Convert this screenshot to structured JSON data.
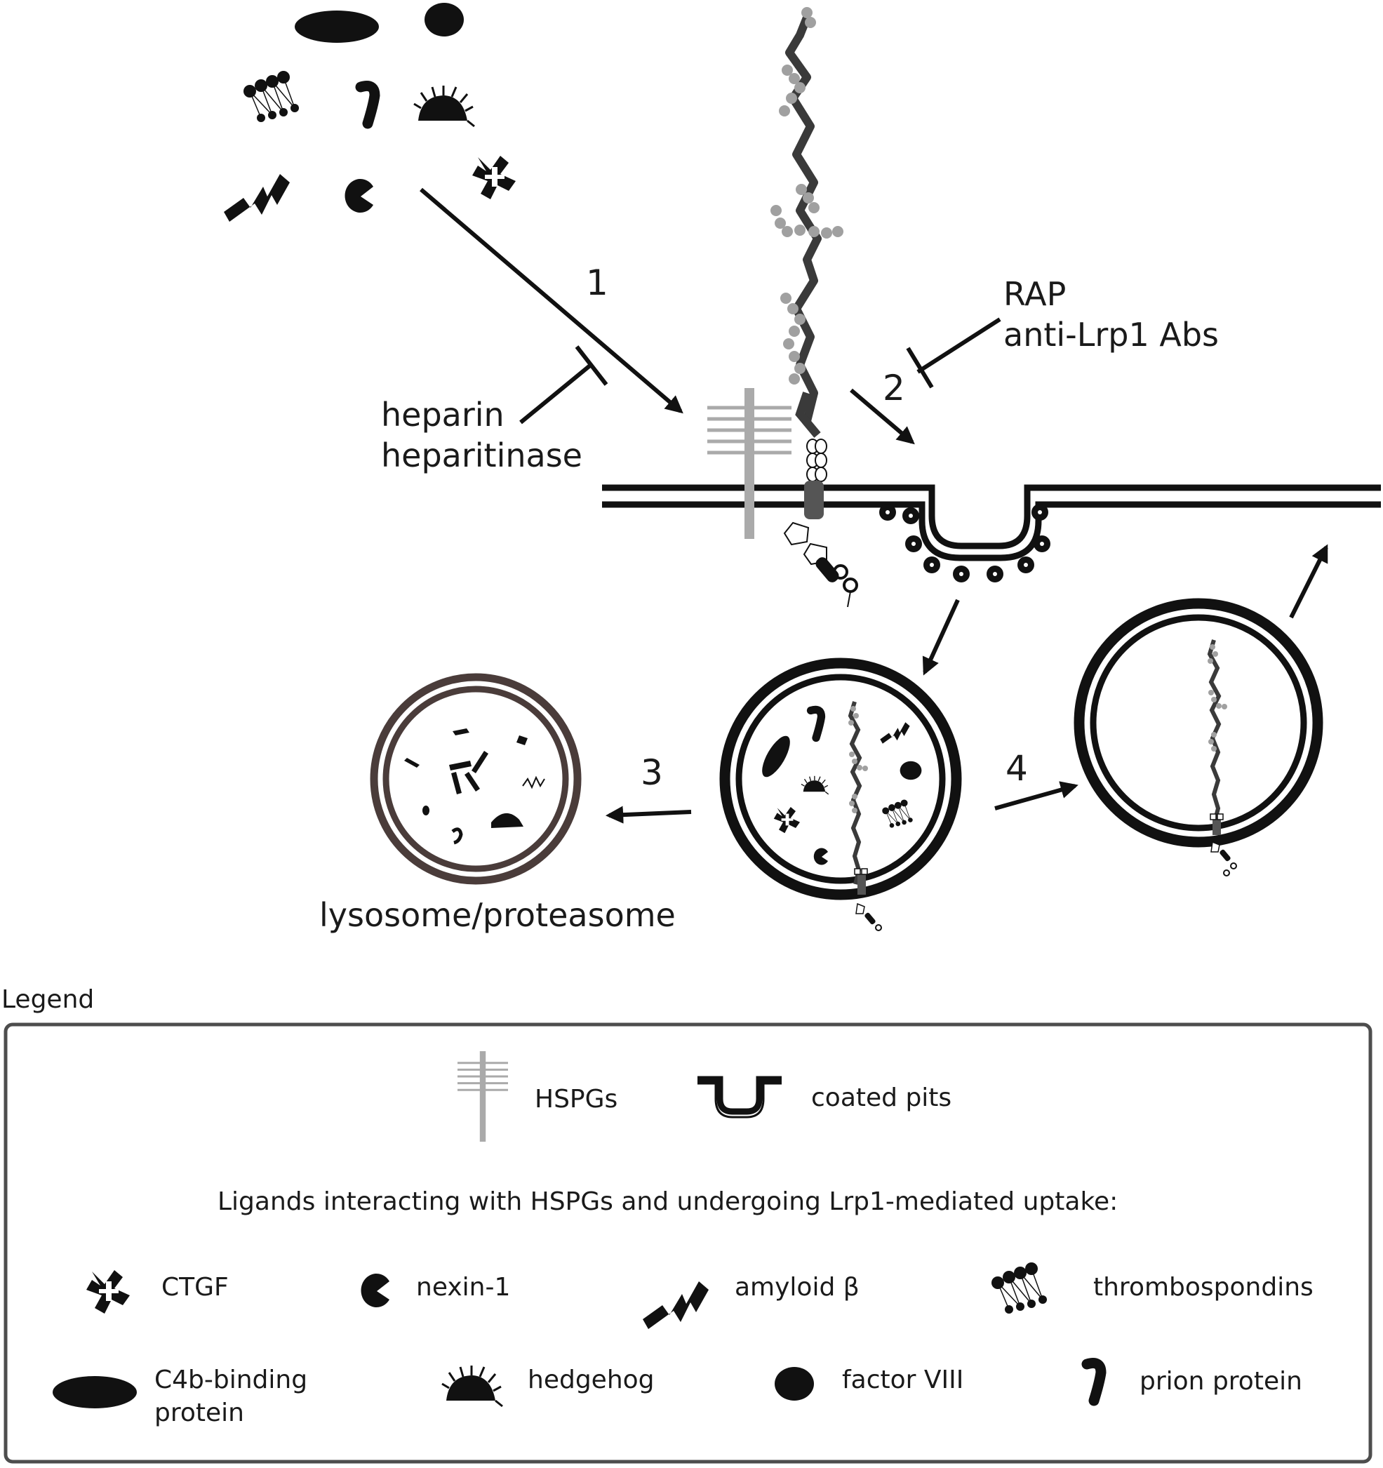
{
  "steps": {
    "s1": "1",
    "s2": "2",
    "s3": "3",
    "s4": "4"
  },
  "inhibitors": {
    "hspg_line1": "heparin",
    "hspg_line2": "heparitinase",
    "lrp1_line1": "RAP",
    "lrp1_line2": "anti-Lrp1 Abs"
  },
  "degradation_label": "lysosome/proteasome",
  "legend": {
    "title": "Legend",
    "hspgs": "HSPGs",
    "coated_pits": "coated pits",
    "ligands_heading": "Ligands interacting with HSPGs and undergoing Lrp1-mediated uptake:",
    "ligands": {
      "ctgf": "CTGF",
      "nexin": "nexin-1",
      "amyloid": "amyloid β",
      "thrombospondins": "thrombospondins",
      "c4b_line1": "C4b-binding",
      "c4b_line2": "protein",
      "hedgehog": "hedgehog",
      "factor8": "factor VIII",
      "prion": "prion protein"
    }
  },
  "colors": {
    "ink": "#111111",
    "hspg_gray": "#aaaaaa",
    "bead_gray": "#a0a0a0",
    "lrp1_dark": "#3a3a3a",
    "lysosome": "#4a3c3a"
  }
}
